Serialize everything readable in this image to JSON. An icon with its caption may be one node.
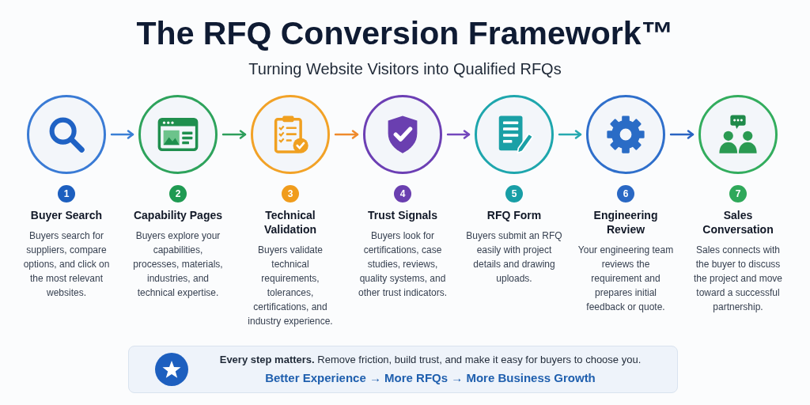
{
  "diagram": {
    "title": "The RFQ Conversion Framework™",
    "nodes": [
      {
        "text": [],
        "shape": "circle"
      },
      {
        "text": [
          "1"
        ],
        "beside": [
          "Buyer Search",
          "Buyers search for suppliers, compare options, and click on the most relevant websites."
        ]
      },
      {
        "text": [],
        "shape": "circle"
      },
      {
        "text": [
          "2"
        ],
        "beside": [
          "Capability Pages",
          "Buyers explore your capabilities, processes, materials, industries, and technical expertise."
        ]
      },
      {
        "text": [],
        "shape": "circle"
      },
      {
        "text": [
          "3"
        ],
        "beside": [
          "Technical Validation",
          "Buyers validate technical requirements, tolerances, certifications, and industry experience."
        ]
      },
      {
        "text": [],
        "shape": "circle"
      },
      {
        "text": [
          "4"
        ],
        "beside": [
          "Trust Signals",
          "Buyers look for certifications, case studies, reviews, quality systems, and other trust indicators."
        ]
      },
      {
        "text": [],
        "shape": "circle"
      },
      {
        "text": [
          "5"
        ],
        "beside": [
          "RFQ Form",
          "Buyers submit an RFQ easily with project details and drawing uploads."
        ]
      },
      {
        "text": [],
        "shape": "circle"
      },
      {
        "text": [
          "6"
        ],
        "beside": [
          "Engineering Review",
          "Your engineering team reviews the requirement and prepares initial feedback or quote."
        ]
      },
      {
        "text": [],
        "shape": "circle"
      },
      {
        "text": [
          "7"
        ],
        "beside": [
          "Sales Conversation",
          "Sales connects with the buyer to discuss the project and move toward a successful partnership."
        ]
      },
      {
        "text": [
          "**Every step matters.** Remove friction, build trust, and make it easy for buyers to choose you.",
          "Better Experience → More RFQs → More Business Growth"
        ]
      }
    ],
    "edges": [
      {
        "from": 0,
        "to": 2,
        "arrow": "to",
        "color": "#3a7fd5"
      },
      {
        "from": 2,
        "to": 4,
        "arrow": "to",
        "color": "#2e9e5b"
      },
      {
        "from": 4,
        "to": 6,
        "arrow": "to",
        "color": "#ef8a2c"
      },
      {
        "from": 6,
        "to": 8,
        "arrow": "to",
        "color": "#7447bd"
      },
      {
        "from": 8,
        "to": 10,
        "arrow": "to",
        "color": "#26a9b0"
      },
      {
        "from": 10,
        "to": 12,
        "arrow": "to",
        "color": "#2a64c2"
      }
    ],
    "labels": [
      "Turning Website Visitors into Qualified RFQs"
    ]
  }
}
